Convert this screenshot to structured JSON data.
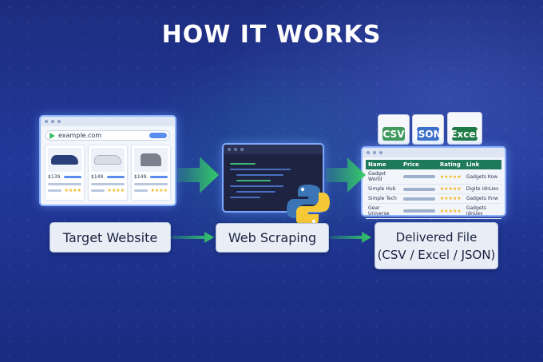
{
  "title": "HOW IT WORKS",
  "target_window": {
    "url": "example.com",
    "products": [
      {
        "price": "$139.",
        "rating_text": "★★★★"
      },
      {
        "price": "$149.",
        "rating_text": "★★★★"
      },
      {
        "price": "$149.",
        "rating_text": "★★★★"
      }
    ]
  },
  "table": {
    "headers": [
      "Name",
      "Price",
      "Rating",
      "Link"
    ],
    "rows": [
      {
        "name": "Gadget World",
        "rating": "★★★★★",
        "link": "Gadgets Kow"
      },
      {
        "name": "Simple Hub",
        "rating": "★★★★★",
        "link": "Digite idnUev"
      },
      {
        "name": "Simple Tech",
        "rating": "★★★★★",
        "link": "Gadgets Ihrw"
      },
      {
        "name": "Gear Universe",
        "rating": "★★★★★",
        "link": "Gadgets idnUev"
      }
    ]
  },
  "files": [
    {
      "label": "CSV",
      "color": "#3f9a5c"
    },
    {
      "label": "JSON",
      "color": "#3b6fc9"
    },
    {
      "label": "Excel",
      "color": "#1e7a45"
    }
  ],
  "steps": {
    "target": "Target Website",
    "scraping": "Web Scraping",
    "delivered": "Delivered File",
    "delivered_sub": "(CSV / Excel / JSON)"
  },
  "colors": {
    "arrow": "#34c968",
    "accent": "#1e7a5b"
  }
}
